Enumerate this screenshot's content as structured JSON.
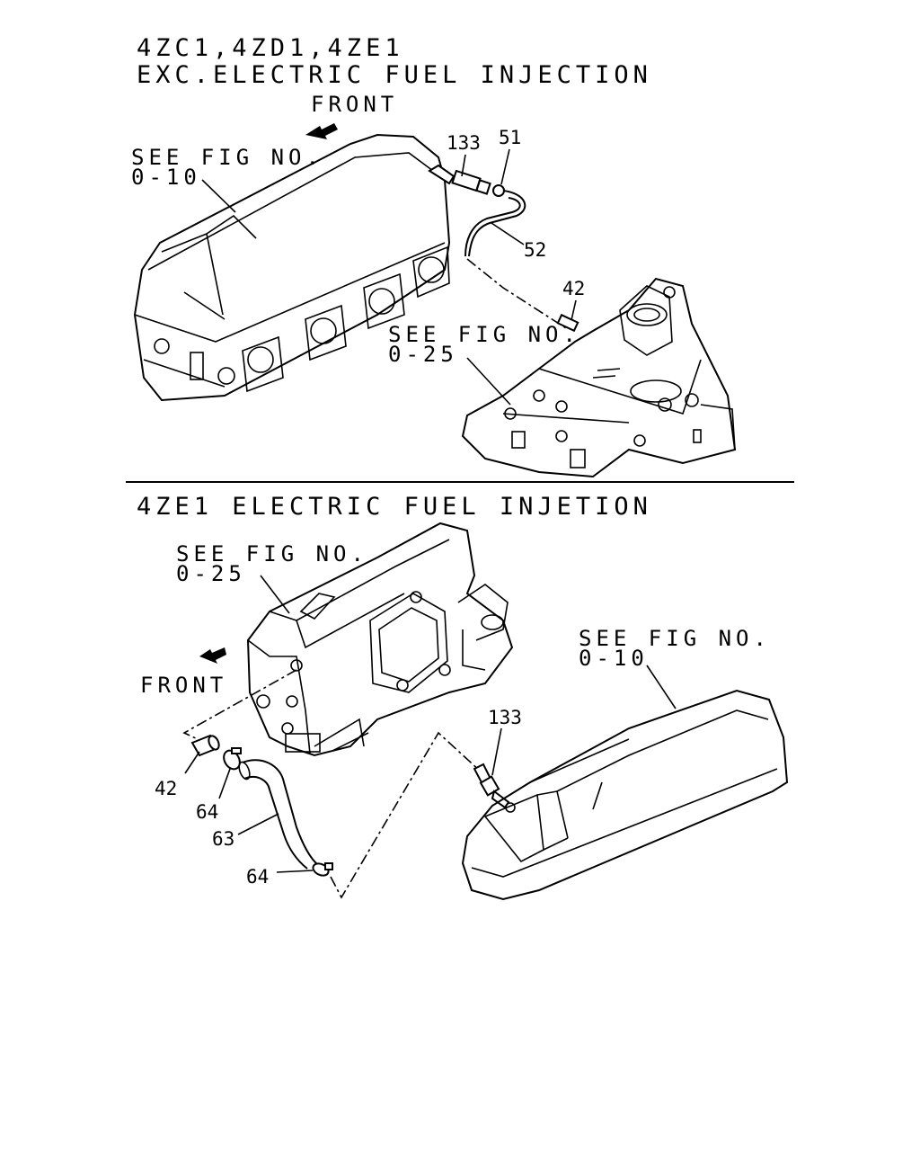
{
  "top_section": {
    "header_line1": "4ZC1,4ZD1,4ZE1",
    "header_line2": "EXC.ELECTRIC FUEL INJECTION",
    "front_label": "FRONT",
    "ref_cover_line1": "SEE FIG NO.",
    "ref_cover_line2": "0-10",
    "ref_manifold_line1": "SEE FIG NO.",
    "ref_manifold_line2": "0-25",
    "callouts": [
      "133",
      "51",
      "52",
      "42"
    ]
  },
  "bottom_section": {
    "header": "4ZE1 ELECTRIC FUEL INJETION",
    "front_label": "FRONT",
    "ref_manifold_line1": "SEE FIG NO.",
    "ref_manifold_line2": "0-25",
    "ref_cover_line1": "SEE FIG NO.",
    "ref_cover_line2": "0-10",
    "callouts": [
      "133",
      "42",
      "64",
      "63",
      "64"
    ]
  }
}
